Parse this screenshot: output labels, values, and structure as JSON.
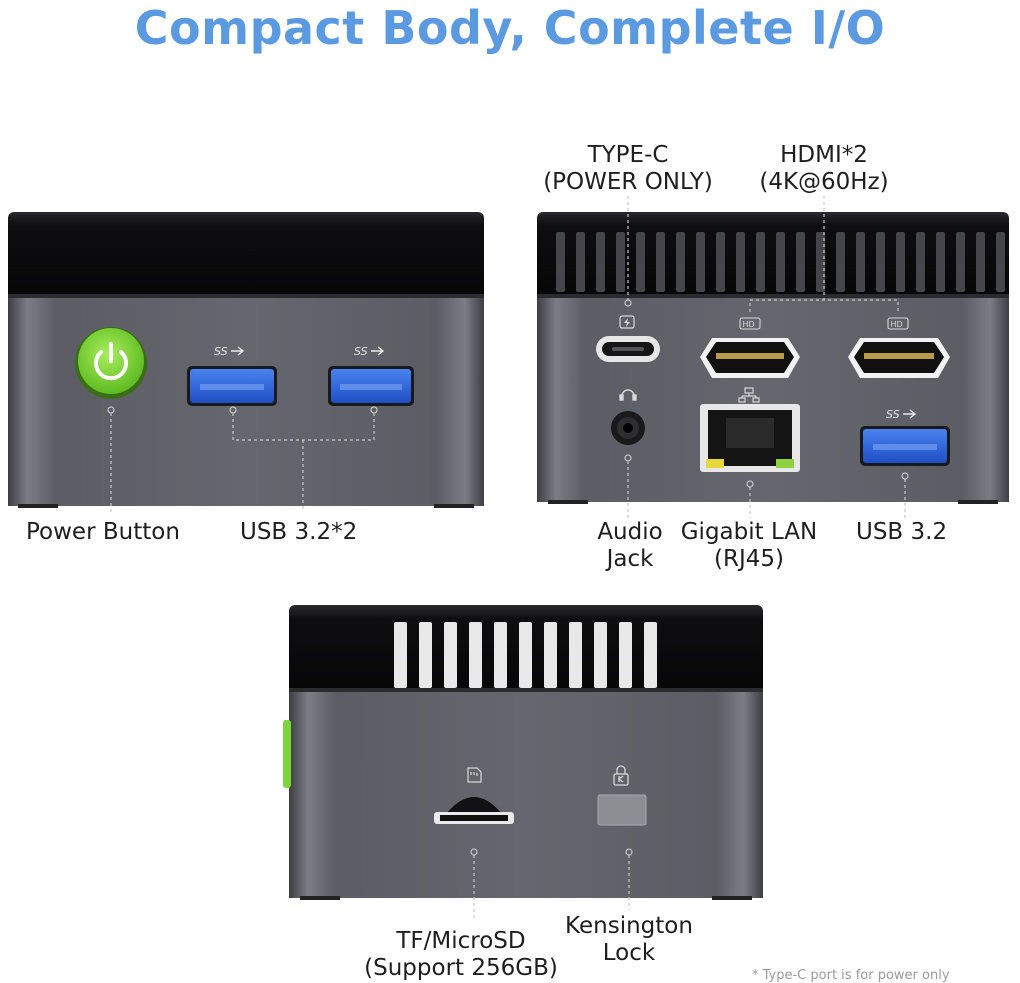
{
  "title": "Compact Body, Complete I/O",
  "front": {
    "power_label": "Power Button",
    "usb_label": "USB 3.2*2",
    "usb_badge": "SS"
  },
  "rear": {
    "typec_label_1": "TYPE-C",
    "typec_label_2": "(POWER ONLY)",
    "hdmi_label_1": "HDMI*2",
    "hdmi_label_2": "(4K@60Hz)",
    "audio_label_1": "Audio",
    "audio_label_2": "Jack",
    "lan_label_1": "Gigabit LAN",
    "lan_label_2": "(RJ45)",
    "usb_label": "USB 3.2",
    "hd_badge": "HD",
    "usb_badge": "SS"
  },
  "side": {
    "tf_label_1": "TF/MicroSD",
    "tf_label_2": "(Support 256GB)",
    "lock_label_1": "Kensington",
    "lock_label_2": "Lock"
  },
  "footnote": "* Type-C port is for power only",
  "colors": {
    "title": "#5b9ae0",
    "usb_blue": "#2f63d9",
    "power_green": "#7ed43a",
    "chassis": "#5f6068",
    "top_black": "#111111"
  }
}
